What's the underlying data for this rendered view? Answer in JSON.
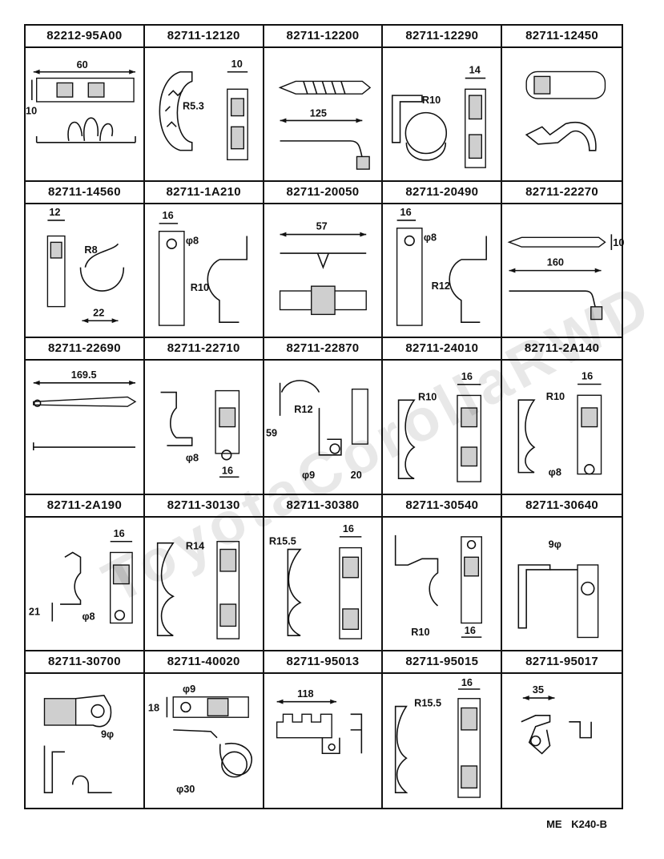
{
  "sheet": {
    "watermark": "ToyotaCorollaRWD",
    "footer": {
      "left": "ME",
      "right": "K240-B"
    }
  },
  "parts": [
    {
      "part_number": "82212-95A00",
      "dims": [
        "60",
        "10"
      ]
    },
    {
      "part_number": "82711-12120",
      "dims": [
        "10",
        "R5.3"
      ]
    },
    {
      "part_number": "82711-12200",
      "dims": [
        "125"
      ]
    },
    {
      "part_number": "82711-12290",
      "dims": [
        "14",
        "R10"
      ]
    },
    {
      "part_number": "82711-12450",
      "dims": []
    },
    {
      "part_number": "82711-14560",
      "dims": [
        "12",
        "R8",
        "22"
      ]
    },
    {
      "part_number": "82711-1A210",
      "dims": [
        "16",
        "φ8",
        "R10"
      ]
    },
    {
      "part_number": "82711-20050",
      "dims": [
        "57"
      ]
    },
    {
      "part_number": "82711-20490",
      "dims": [
        "16",
        "φ8",
        "R12"
      ]
    },
    {
      "part_number": "82711-22270",
      "dims": [
        "10",
        "160"
      ]
    },
    {
      "part_number": "82711-22690",
      "dims": [
        "169.5"
      ]
    },
    {
      "part_number": "82711-22710",
      "dims": [
        "φ8",
        "16"
      ]
    },
    {
      "part_number": "82711-22870",
      "dims": [
        "R12",
        "59",
        "φ9",
        "20"
      ]
    },
    {
      "part_number": "82711-24010",
      "dims": [
        "16",
        "R10"
      ]
    },
    {
      "part_number": "82711-2A140",
      "dims": [
        "16",
        "R10",
        "φ8"
      ]
    },
    {
      "part_number": "82711-2A190",
      "dims": [
        "16",
        "21",
        "φ8"
      ]
    },
    {
      "part_number": "82711-30130",
      "dims": [
        "R14"
      ]
    },
    {
      "part_number": "82711-30380",
      "dims": [
        "R15.5",
        "16"
      ]
    },
    {
      "part_number": "82711-30540",
      "dims": [
        "R10",
        "16"
      ]
    },
    {
      "part_number": "82711-30640",
      "dims": [
        "9φ"
      ]
    },
    {
      "part_number": "82711-30700",
      "dims": [
        "9φ"
      ]
    },
    {
      "part_number": "82711-40020",
      "dims": [
        "φ9",
        "18",
        "φ30"
      ]
    },
    {
      "part_number": "82711-95013",
      "dims": [
        "118"
      ]
    },
    {
      "part_number": "82711-95015",
      "dims": [
        "16",
        "R15.5"
      ]
    },
    {
      "part_number": "82711-95017",
      "dims": [
        "35"
      ]
    }
  ]
}
